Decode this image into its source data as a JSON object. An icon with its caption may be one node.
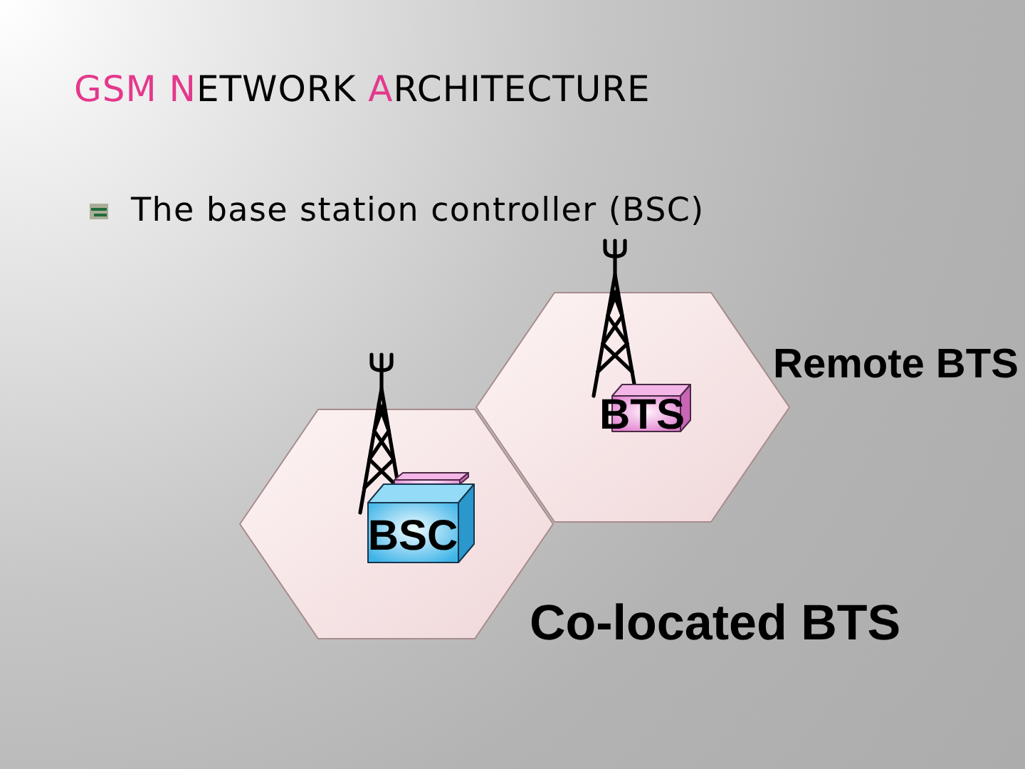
{
  "diagram": {
    "title": "GSM NETWORK ARCHITECTURE",
    "nodes": [
      {
        "text": [],
        "shape": "hexagon",
        "beside": [
          "Co-located BTS"
        ]
      },
      {
        "text": [],
        "shape": "box",
        "in": 0
      },
      {
        "text": [
          "BSC"
        ],
        "in": 0
      },
      {
        "text": [],
        "shape": "hexagon",
        "beside": [
          "Remote BTS"
        ]
      },
      {
        "text": [
          "BTS"
        ],
        "in": 3
      }
    ],
    "labels": [
      "The base station controller (BSC)"
    ]
  }
}
